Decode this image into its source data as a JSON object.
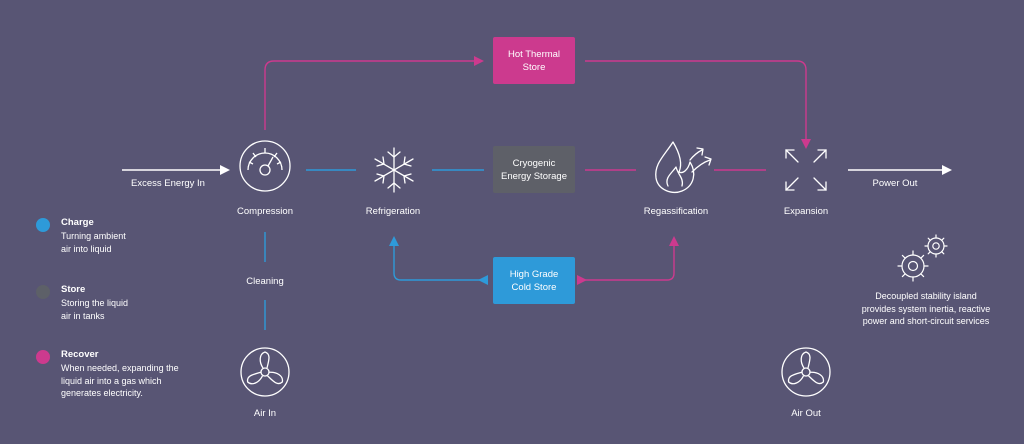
{
  "colors": {
    "background": "#585574",
    "charge": "#2e9ad9",
    "store": "#5d6068",
    "recover": "#cc3a8e",
    "line": "#ffffff",
    "store_box": "#5e6068"
  },
  "flow": {
    "input_label": "Excess Energy In",
    "output_label": "Power Out"
  },
  "nodes": {
    "compression": {
      "label": "Compression",
      "icon": "gauge-icon"
    },
    "refrigeration": {
      "label": "Refrigeration",
      "icon": "snowflake-icon"
    },
    "regassification": {
      "label": "Regassification",
      "icon": "flame-icon"
    },
    "expansion": {
      "label": "Expansion",
      "icon": "expand-arrows-icon"
    },
    "cleaning": {
      "label": "Cleaning"
    },
    "air_in": {
      "label": "Air In",
      "icon": "fan-icon"
    },
    "air_out": {
      "label": "Air Out",
      "icon": "fan-icon"
    }
  },
  "stores": {
    "hot_thermal": {
      "line1": "Hot Thermal",
      "line2": "Store"
    },
    "cryogenic": {
      "line1": "Cryogenic",
      "line2": "Energy Storage"
    },
    "cold_store": {
      "line1": "High Grade",
      "line2": "Cold Store"
    }
  },
  "legend": [
    {
      "title": "Charge",
      "lines": [
        "Turning ambient",
        "air into liquid"
      ],
      "color": "#2e9ad9"
    },
    {
      "title": "Store",
      "lines": [
        "Storing the liquid",
        "air in tanks"
      ],
      "color": "#5d6068"
    },
    {
      "title": "Recover",
      "lines": [
        "When needed, expanding the",
        "liquid air into a gas which",
        "generates electricity."
      ],
      "color": "#cc3a8e"
    }
  ],
  "note": {
    "icon": "gears-icon",
    "lines": [
      "Decoupled stability island",
      "provides system inertia, reactive",
      "power and short-circuit services"
    ]
  }
}
